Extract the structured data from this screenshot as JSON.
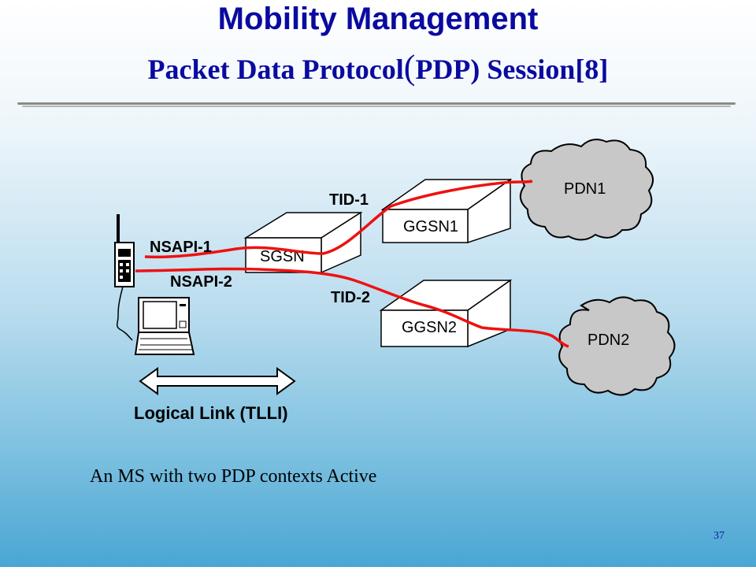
{
  "slide": {
    "title": "Mobility Management",
    "subtitle_prefix": "Packet Data Protocol",
    "subtitle_paren": "(",
    "subtitle_suffix": "PDP) Session[8]",
    "caption": "An MS with two PDP contexts Active",
    "page_number": "37"
  },
  "diagram": {
    "nodes": {
      "sgsn": "SGSN",
      "ggsn1": "GGSN1",
      "ggsn2": "GGSN2",
      "pdn1": "PDN1",
      "pdn2": "PDN2"
    },
    "labels": {
      "tid1": "TID-1",
      "tid2": "TID-2",
      "nsapi1": "NSAPI-1",
      "nsapi2": "NSAPI-2",
      "logical_link": "Logical Link (TLLI)"
    },
    "colors": {
      "tunnel": "#ee1111",
      "cloud_fill": "#c8c8c8",
      "box_fill": "#ffffff",
      "title": "#0a0aa0"
    }
  }
}
